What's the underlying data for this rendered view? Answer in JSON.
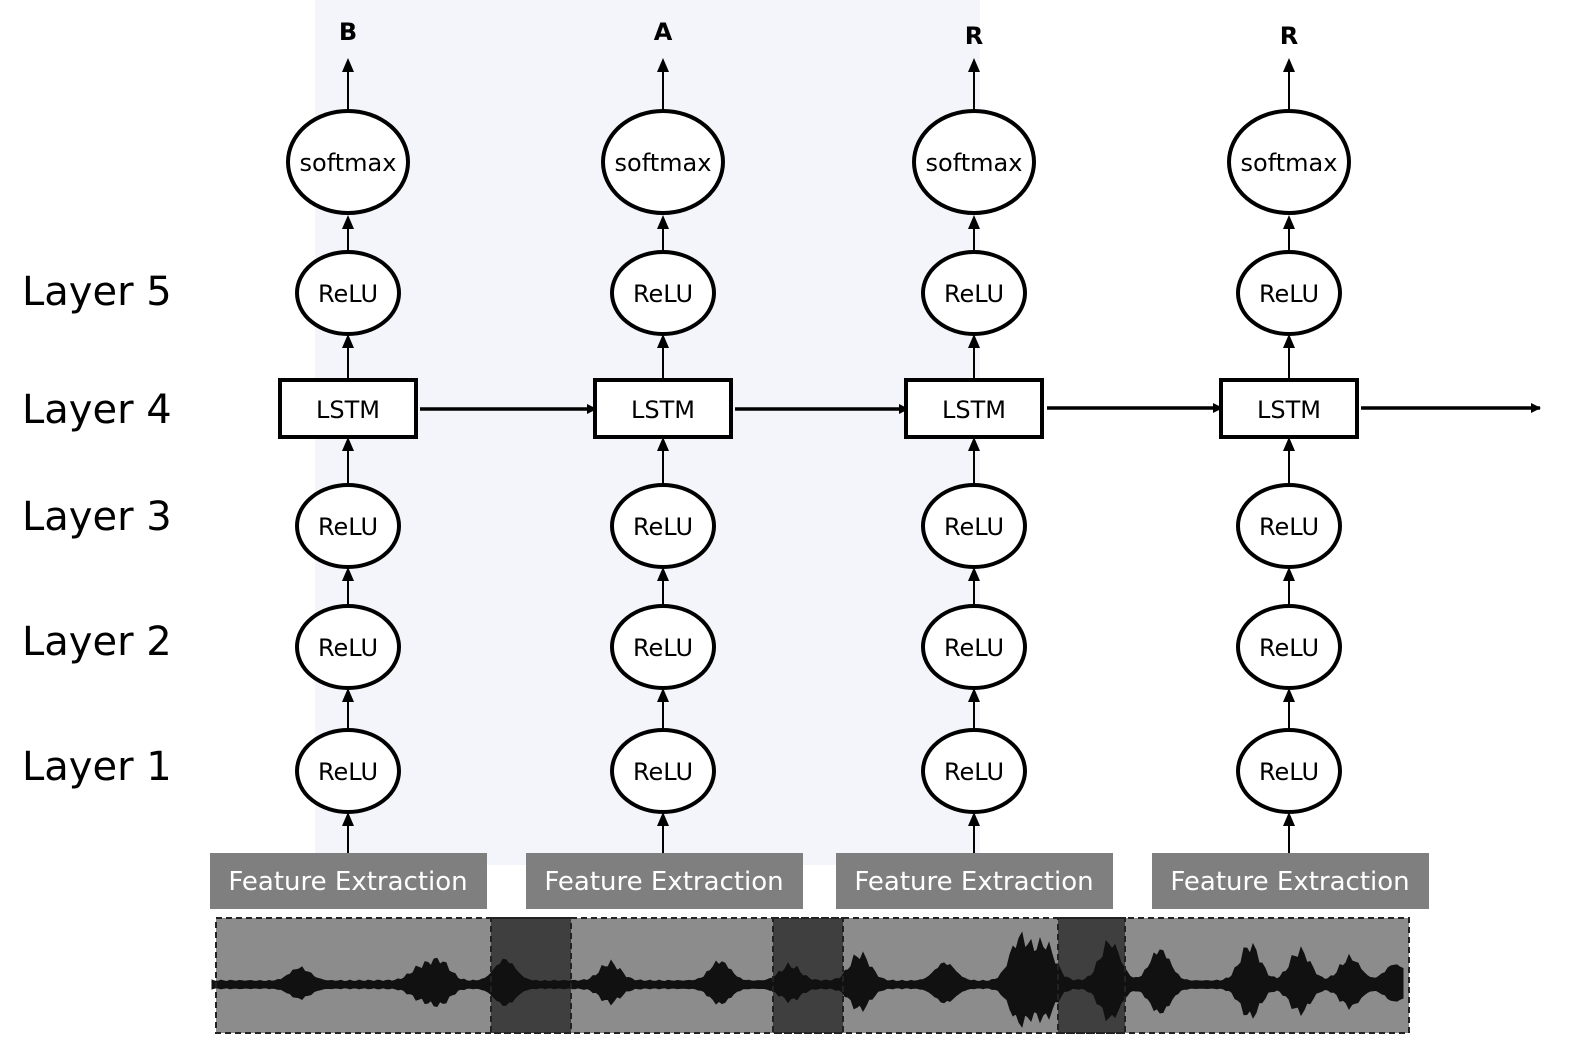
{
  "layer_labels": [
    "Layer 5",
    "Layer 4",
    "Layer 3",
    "Layer 2",
    "Layer 1"
  ],
  "columns": [
    {
      "output": "B",
      "softmax": "softmax",
      "relu_top": "ReLU",
      "lstm": "LSTM",
      "relu_layer3": "ReLU",
      "relu_layer2": "ReLU",
      "relu_layer1": "ReLU",
      "feature": "Feature Extraction"
    },
    {
      "output": "A",
      "softmax": "softmax",
      "relu_top": "ReLU",
      "lstm": "LSTM",
      "relu_layer3": "ReLU",
      "relu_layer2": "ReLU",
      "relu_layer1": "ReLU",
      "feature": "Feature Extraction"
    },
    {
      "output": "R",
      "softmax": "softmax",
      "relu_top": "ReLU",
      "lstm": "LSTM",
      "relu_layer3": "ReLU",
      "relu_layer2": "ReLU",
      "relu_layer1": "ReLU",
      "feature": "Feature Extraction"
    },
    {
      "output": "R",
      "softmax": "softmax",
      "relu_top": "ReLU",
      "lstm": "LSTM",
      "relu_layer3": "ReLU",
      "relu_layer2": "ReLU",
      "relu_layer1": "ReLU",
      "feature": "Feature Extraction"
    }
  ],
  "colors": {
    "highlight_band": "#f4f5fa",
    "feature_box": "#7f7f7f",
    "waveform_bg": "#8c8c8c",
    "waveform_overlap": "#3f3f3f",
    "waveform_signal": "#111111"
  },
  "icons": [
    "arrow-up-icon",
    "arrow-right-icon",
    "waveform-icon"
  ]
}
